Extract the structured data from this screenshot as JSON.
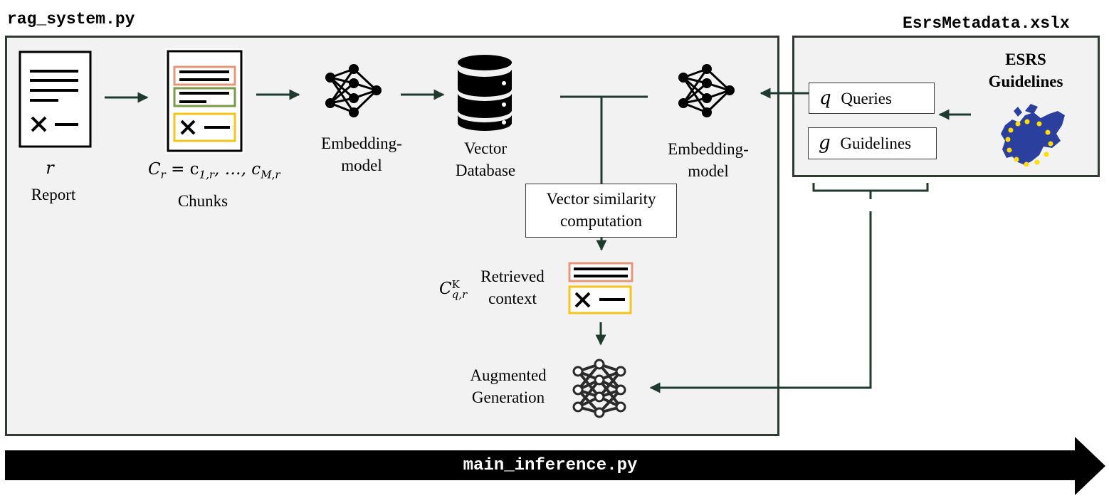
{
  "files": {
    "rag_system": "rag_system.py",
    "metadata": "EsrsMetadata.xslx",
    "main_inference": "main_inference.py"
  },
  "report": {
    "symbol": "r",
    "label": "Report"
  },
  "chunks": {
    "formula_lhs": "C",
    "formula_lhs_sub": "r",
    "formula_rest": "= c",
    "sub1": "1,r",
    "dots": ", …, c",
    "subM": "M,r",
    "label": "Chunks"
  },
  "embedding_left": {
    "label_line1": "Embedding-",
    "label_line2": "model"
  },
  "vector_db": {
    "label_line1": "Vector",
    "label_line2": "Database"
  },
  "embedding_right": {
    "label_line1": "Embedding-",
    "label_line2": "model"
  },
  "similarity": {
    "line1": "Vector similarity",
    "line2": "computation"
  },
  "retrieved": {
    "symbol": "C",
    "sup": "K",
    "sub": "q,r",
    "line1": "Retrieved",
    "line2": "context"
  },
  "generation": {
    "line1": "Augmented",
    "line2": "Generation"
  },
  "esrs": {
    "title_line1": "ESRS",
    "title_line2": "Guidelines",
    "queries_symbol": "q",
    "queries_label": "Queries",
    "guidelines_symbol": "g",
    "guidelines_label": "Guidelines"
  },
  "colors": {
    "panel_bg": "#f2f2f2",
    "panel_border": "#2e3b31",
    "arrow": "#1f3b2d",
    "chunk_orange": "#e8967a",
    "chunk_green": "#7a9a4a",
    "chunk_yellow": "#f5c518",
    "eu_blue": "#2a3f9e",
    "eu_star": "#ffdd00"
  }
}
